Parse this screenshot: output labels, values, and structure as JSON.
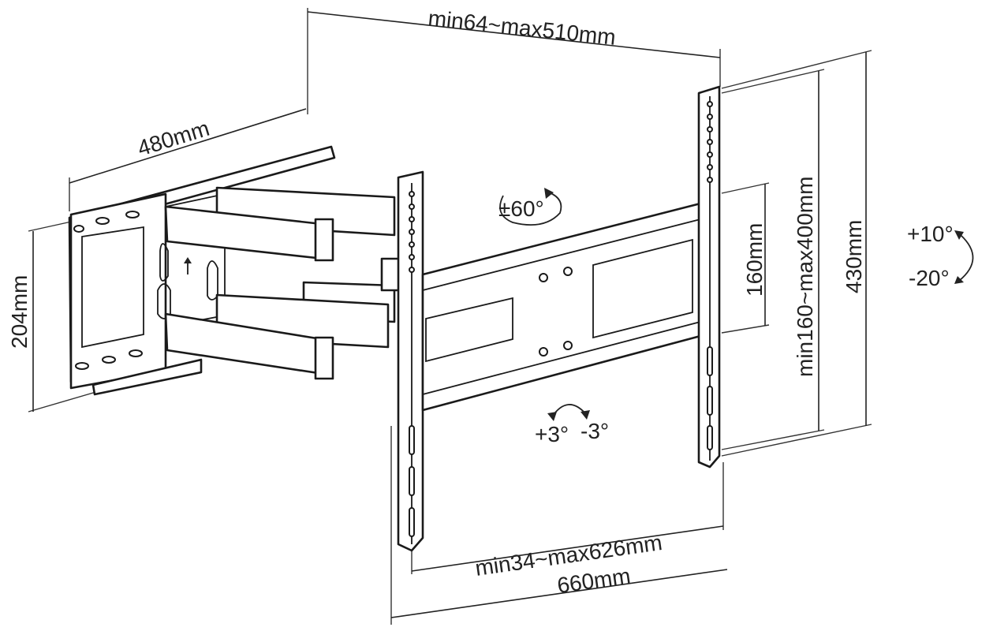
{
  "colors": {
    "ink": "#1a1a1a",
    "background": "#ffffff"
  },
  "dimensions": {
    "top_width": "min64~max510mm",
    "wall_plate_width": "480mm",
    "wall_plate_height": "204mm",
    "rotation": "±60°",
    "vesa_height_range": "min160~max400mm",
    "short_spacing": "160mm",
    "bracket_height": "430mm",
    "tilt_up": "+10°",
    "tilt_down": "-20°",
    "level_plus": "+3°",
    "level_minus": "-3°",
    "vesa_width_range": "min34~max626mm",
    "bracket_width": "660mm"
  }
}
